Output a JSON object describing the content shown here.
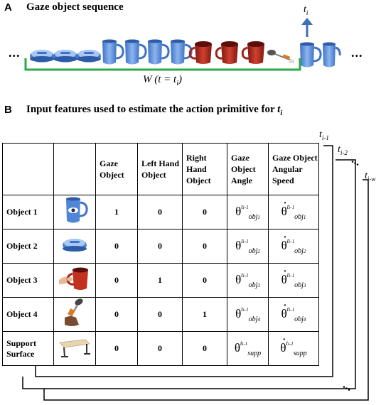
{
  "panel_a": {
    "letter": "A",
    "title": "Gaze object sequence",
    "ellipsis_left": "...",
    "ellipsis_right": "...",
    "ti_label": "t",
    "ti_sub": "i",
    "window_label": "W (t = t",
    "window_sub": "i",
    "window_close": ")",
    "sequence": [
      "lid",
      "lid",
      "lid",
      "pitcher",
      "pitcher",
      "pitcher",
      "pitcher",
      "red-mug",
      "red-mug",
      "red-mug",
      "spoon",
      "pitcher",
      "pitcher"
    ],
    "colors": {
      "window_bar": "#2aa84a",
      "arrow": "#3c6fb6",
      "pitcher": "#5b8fd9",
      "red_mug": "#b0291f"
    }
  },
  "panel_b": {
    "letter": "B",
    "title": "Input features used to estimate the action primitive for ",
    "title_t": "t",
    "title_sub": "i",
    "stack_labels": [
      {
        "t": "t",
        "sub": "i-1"
      },
      {
        "t": "t",
        "sub": "i-2"
      },
      {
        "t": "t",
        "sub": "i-w"
      }
    ],
    "stack_dots": "...",
    "bottom_dots": "...",
    "headers": [
      "",
      "",
      "Gaze Object",
      "Left Hand Object",
      "Right Hand Object",
      "Gaze Object Angle",
      "Gaze Object Angular Speed"
    ],
    "rows": [
      {
        "label": "Object 1",
        "image": "pitcher-with-eye-icon",
        "gaze": "1",
        "left": "0",
        "right": "0",
        "angle_sup": "t",
        "angle_supsub": "i-1",
        "angle_sub": "obj",
        "angle_subsub": "1"
      },
      {
        "label": "Object 2",
        "image": "blue-lid-icon",
        "gaze": "0",
        "left": "0",
        "right": "0",
        "angle_sup": "t",
        "angle_supsub": "i-1",
        "angle_sub": "obj",
        "angle_subsub": "2"
      },
      {
        "label": "Object 3",
        "image": "hand-holding-red-mug-icon",
        "gaze": "0",
        "left": "1",
        "right": "0",
        "angle_sup": "t",
        "angle_supsub": "i-1",
        "angle_sub": "obj",
        "angle_subsub": "3"
      },
      {
        "label": "Object 4",
        "image": "hand-holding-spoon-icon",
        "gaze": "0",
        "left": "0",
        "right": "1",
        "angle_sup": "t",
        "angle_supsub": "i-1",
        "angle_sub": "obj",
        "angle_subsub": "4"
      },
      {
        "label": "Support Surface",
        "image": "table-icon",
        "gaze": "0",
        "left": "0",
        "right": "0",
        "angle_sup": "t",
        "angle_supsub": "i-1",
        "angle_sub": "supp",
        "angle_subsub": ""
      }
    ],
    "theta": "θ"
  }
}
